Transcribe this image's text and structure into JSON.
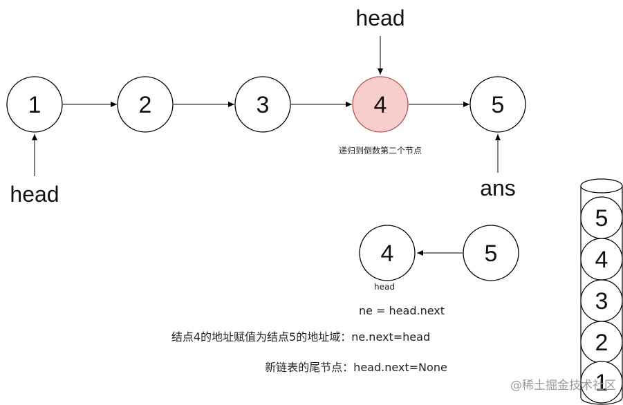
{
  "colors": {
    "highlight_fill": "#f8cecc",
    "highlight_stroke": "#b85450",
    "stroke": "#000000"
  },
  "top_list": {
    "nodes": [
      "1",
      "2",
      "3",
      "4",
      "5"
    ]
  },
  "labels": {
    "head_top": "head",
    "head_left": "head",
    "ans": "ans",
    "recursion_note": "递归到倒数第二个节点"
  },
  "lower_list": {
    "nodes": [
      "4",
      "5"
    ],
    "head_caption": "head"
  },
  "notes": {
    "ne_assign": "ne = head.next",
    "link_assign": "结点4的地址赋值为结点5的地址域：ne.next=head",
    "tail_assign": "新链表的尾节点：head.next=None"
  },
  "stack": {
    "items": [
      "5",
      "4",
      "3",
      "2",
      "1"
    ]
  },
  "watermark": "@稀土掘金技术社区"
}
